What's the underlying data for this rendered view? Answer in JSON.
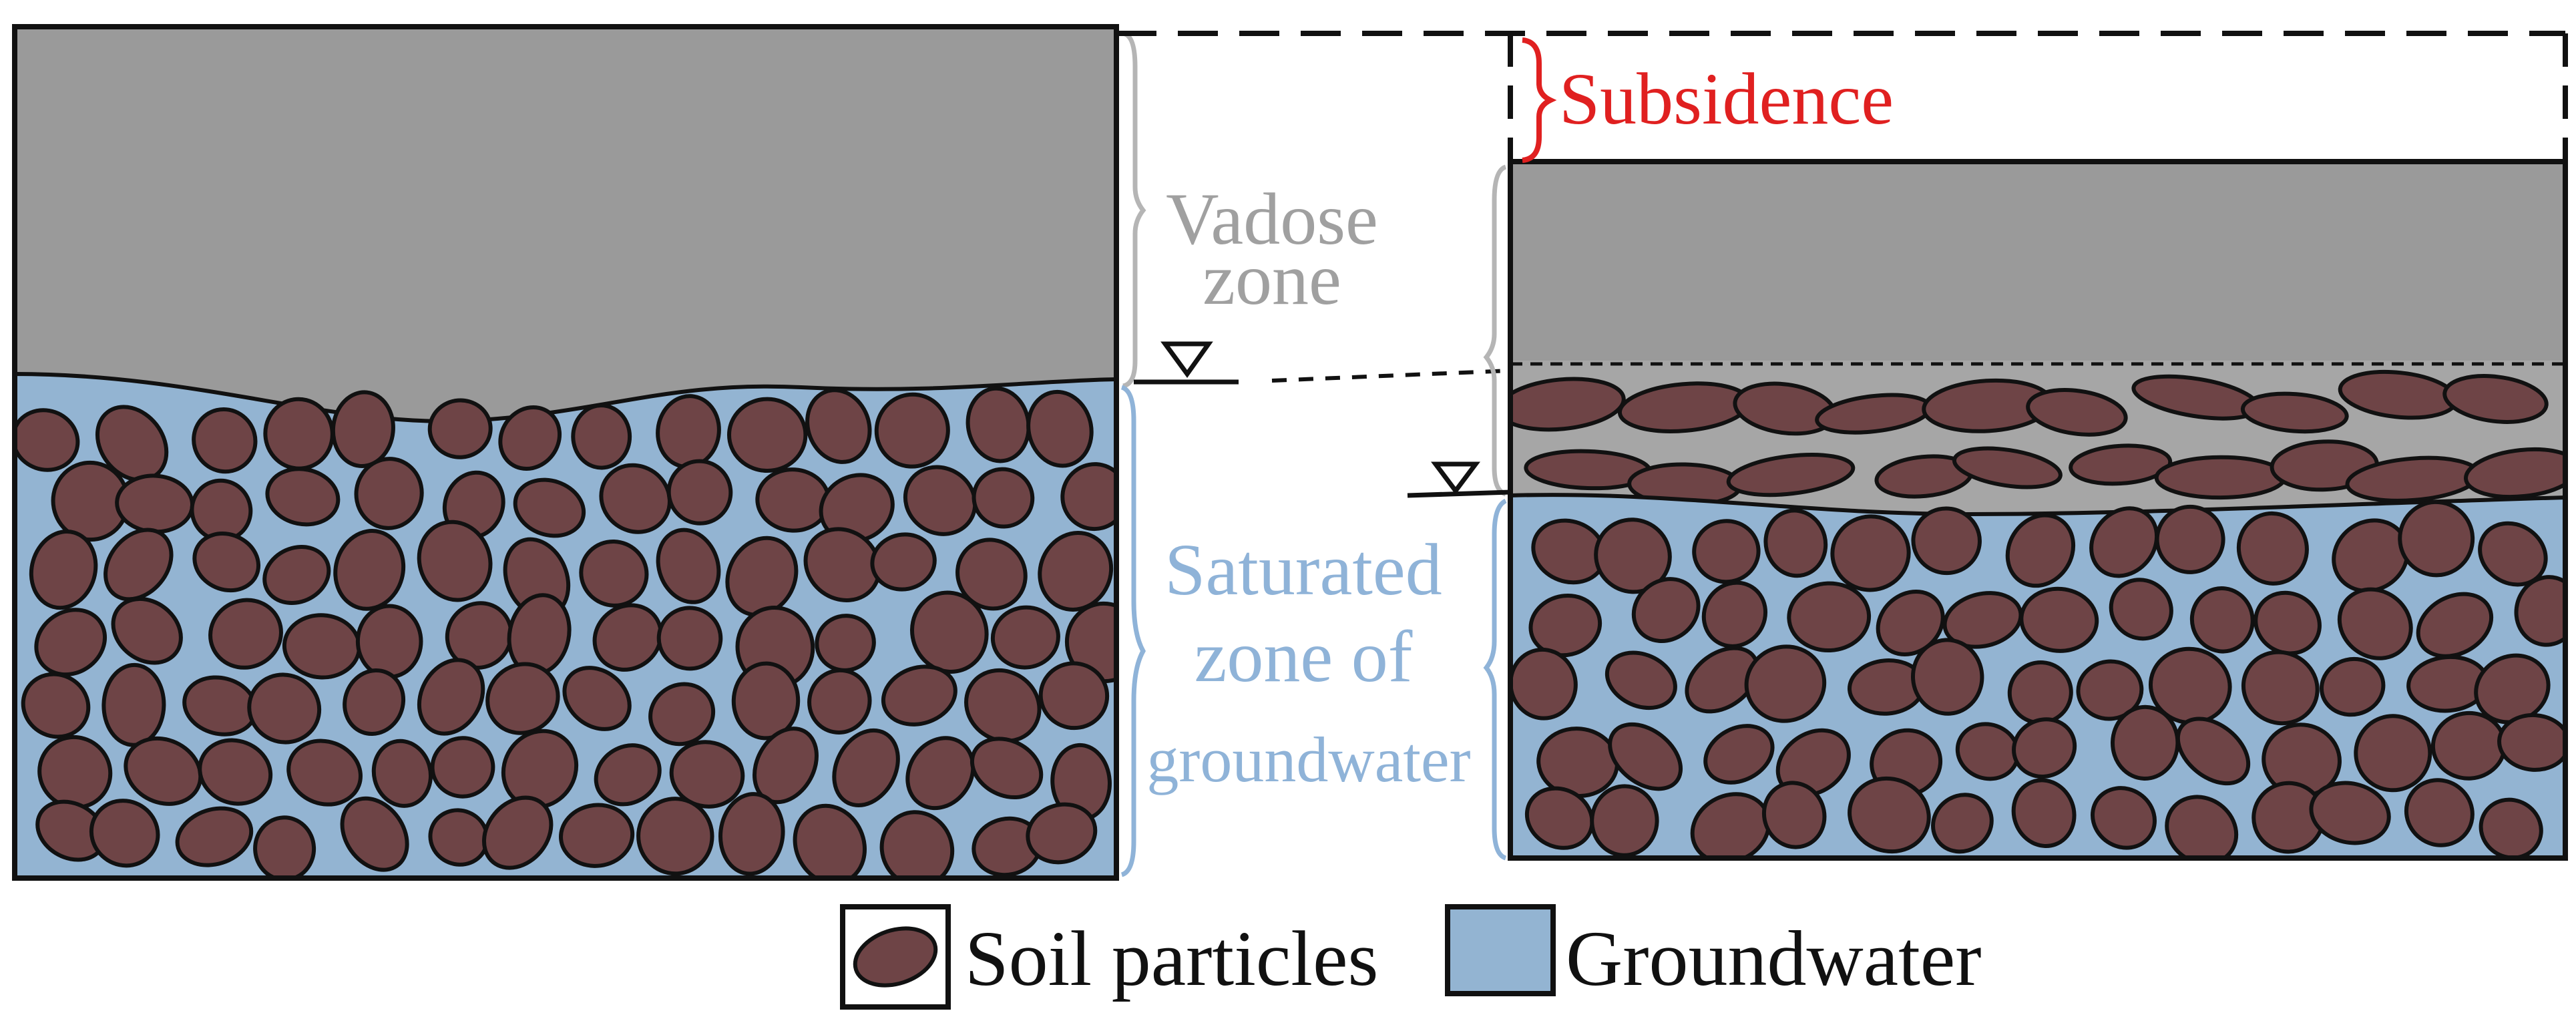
{
  "labels": {
    "vadose_line1": "Vadose",
    "vadose_line2": "zone",
    "saturated_line1": "Saturated",
    "saturated_line2": "zone of",
    "saturated_line3": "groundwater",
    "subsidence": "Subsidence"
  },
  "legend": {
    "soil_particles": "Soil particles",
    "groundwater": "Groundwater"
  },
  "colors": {
    "vadose_gray": "#9a9a9a",
    "compacted_gray": "#a6a6a6",
    "groundwater_blue": "#93b4d2",
    "particle_brown": "#6e4446",
    "vadose_text": "#a0a0a0",
    "saturated_text": "#8fb3d8",
    "subsidence_red": "#e02020"
  }
}
